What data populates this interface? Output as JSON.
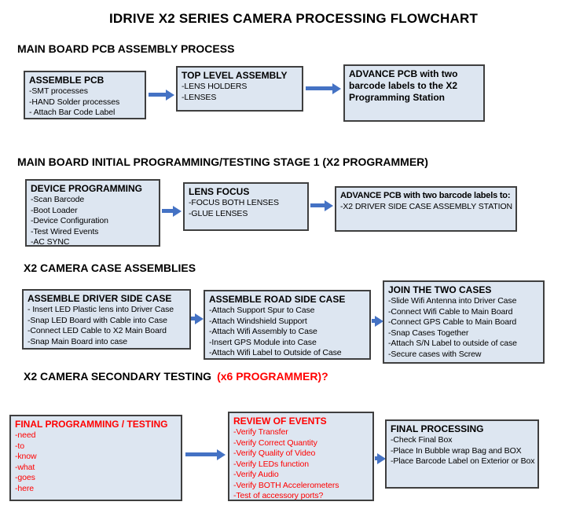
{
  "title": "IDRIVE X2  SERIES CAMERA PROCESSING FLOWCHART",
  "colors": {
    "box_fill": "#dde6f1",
    "box_border": "#3f3f3f",
    "arrow_blue": "#4472c4",
    "alert_red": "#ff0000",
    "text_black": "#000000"
  },
  "sections": [
    {
      "heading": "MAIN BOARD PCB ASSEMBLY PROCESS",
      "boxes": [
        {
          "title": "ASSEMBLE PCB",
          "items": [
            "-SMT processes",
            "-HAND Solder processes",
            "- Attach Bar Code Label"
          ]
        },
        {
          "title": "TOP LEVEL ASSEMBLY",
          "items": [
            "-LENS HOLDERS",
            "-LENSES"
          ]
        },
        {
          "title": "ADVANCE PCB with two barcode labels to the X2 Programming Station",
          "items": []
        }
      ]
    },
    {
      "heading": "MAIN BOARD INITIAL PROGRAMMING/TESTING STAGE 1 (X2 PROGRAMMER)",
      "boxes": [
        {
          "title": "DEVICE PROGRAMMING",
          "items": [
            "-Scan Barcode",
            "-Boot Loader",
            "-Device Configuration",
            "-Test Wired Events",
            "-AC SYNC"
          ]
        },
        {
          "title": "LENS FOCUS",
          "items": [
            "-FOCUS BOTH LENSES",
            "-GLUE LENSES"
          ]
        },
        {
          "title": "ADVANCE PCB with two barcode labels to:",
          "items": [
            "-X2 DRIVER  SIDE  CASE  ASSEMBLY STATION"
          ]
        }
      ]
    },
    {
      "heading": "X2 CAMERA CASE ASSEMBLIES",
      "boxes": [
        {
          "title": "ASSEMBLE DRIVER SIDE CASE",
          "items": [
            "- Insert LED Plastic lens into Driver Case",
            "-Snap LED Board with Cable into Case",
            "-Connect LED Cable to X2 Main Board",
            "-Snap Main Board into case"
          ]
        },
        {
          "title": "ASSEMBLE ROAD SIDE CASE",
          "items": [
            "-Attach Support Spur to Case",
            "-Attach Windshield Support",
            "-Attach Wifi Assembly to Case",
            "-Insert GPS Module into Case",
            "-Attach Wifi Label to Outside of Case"
          ]
        },
        {
          "title": "JOIN THE TWO CASES",
          "items": [
            "-Slide Wifi Antenna into Driver Case",
            "-Connect Wifi Cable to Main Board",
            "-Connect GPS Cable to Main Board",
            "-Snap Cases Together",
            "-Attach S/N Label to outside of case",
            "-Secure cases with Screw"
          ]
        }
      ]
    },
    {
      "heading": "X2 CAMERA SECONDARY TESTING",
      "heading_suffix": "(x6 PROGRAMMER)?",
      "boxes": [
        {
          "title": "FINAL PROGRAMMING / TESTING",
          "items": [
            "-need",
            "-to",
            "-know",
            "-what",
            "-goes",
            "-here"
          ]
        },
        {
          "title": "REVIEW OF EVENTS",
          "items": [
            "-Verify Transfer",
            "-Verify Correct Quantity",
            "-Verify Quality of Video",
            "-Verify LEDs function",
            "-Verify Audio",
            "-Verify BOTH Accelerometers",
            "-Test of accessory ports?"
          ]
        },
        {
          "title": "FINAL PROCESSING",
          "items": [
            "-Check Final Box",
            "-Place In Bubble wrap Bag and BOX",
            "-Place Barcode Label on Exterior or Box"
          ]
        }
      ]
    }
  ]
}
